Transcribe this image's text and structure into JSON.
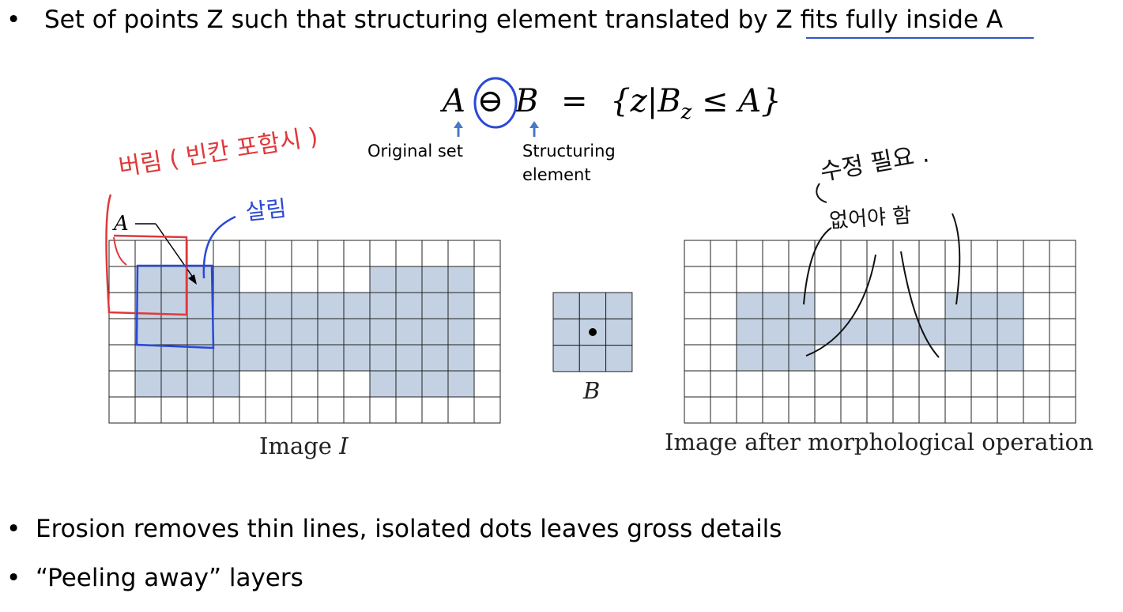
{
  "bullets": {
    "top": {
      "marker": "•",
      "text": "Set of points Z such that structuring element translated by Z fits fully inside A"
    },
    "erosion": {
      "marker": "•",
      "text": "Erosion removes thin lines, isolated dots leaves gross details"
    },
    "peeling": {
      "marker": "•",
      "text": "“Peeling away” layers"
    }
  },
  "formula": {
    "text": "A ⊖ B = {z|B_z ≤ A}",
    "lhs_a": "A",
    "operator": "⊖",
    "lhs_b": "B",
    "equals": "=",
    "rhs": "{z|B",
    "subscript": "z",
    "rhs_tail": " ≤ A}"
  },
  "labels": {
    "original_set": "Original set",
    "structuring_element": "Structuring element"
  },
  "figures": {
    "image_i": {
      "caption_main": "Image ",
      "caption_var": "I",
      "label_a": "A",
      "rows": 7,
      "cols": 15,
      "filled": [
        [
          0,
          0,
          0,
          0,
          0,
          0,
          0,
          0,
          0,
          0,
          0,
          0,
          0,
          0,
          0
        ],
        [
          0,
          1,
          1,
          1,
          1,
          0,
          0,
          0,
          0,
          0,
          1,
          1,
          1,
          1,
          0
        ],
        [
          0,
          1,
          1,
          1,
          1,
          1,
          1,
          1,
          1,
          1,
          1,
          1,
          1,
          1,
          0
        ],
        [
          0,
          1,
          1,
          1,
          1,
          1,
          1,
          1,
          1,
          1,
          1,
          1,
          1,
          1,
          0
        ],
        [
          0,
          1,
          1,
          1,
          1,
          1,
          1,
          1,
          1,
          1,
          1,
          1,
          1,
          1,
          0
        ],
        [
          0,
          1,
          1,
          1,
          1,
          0,
          0,
          0,
          0,
          0,
          1,
          1,
          1,
          1,
          0
        ],
        [
          0,
          0,
          0,
          0,
          0,
          0,
          0,
          0,
          0,
          0,
          0,
          0,
          0,
          0,
          0
        ]
      ]
    },
    "structuring_b": {
      "caption": "B",
      "rows": 3,
      "cols": 3
    },
    "image_after": {
      "caption": "Image after morphological operation",
      "rows": 7,
      "cols": 15,
      "filled": [
        [
          0,
          0,
          0,
          0,
          0,
          0,
          0,
          0,
          0,
          0,
          0,
          0,
          0,
          0,
          0
        ],
        [
          0,
          0,
          0,
          0,
          0,
          0,
          0,
          0,
          0,
          0,
          0,
          0,
          0,
          0,
          0
        ],
        [
          0,
          0,
          1,
          1,
          1,
          0,
          0,
          0,
          0,
          0,
          1,
          1,
          1,
          0,
          0
        ],
        [
          0,
          0,
          1,
          1,
          1,
          1,
          1,
          1,
          1,
          1,
          1,
          1,
          1,
          0,
          0
        ],
        [
          0,
          0,
          1,
          1,
          1,
          0,
          0,
          0,
          0,
          0,
          1,
          1,
          1,
          0,
          0
        ],
        [
          0,
          0,
          0,
          0,
          0,
          0,
          0,
          0,
          0,
          0,
          0,
          0,
          0,
          0,
          0
        ],
        [
          0,
          0,
          0,
          0,
          0,
          0,
          0,
          0,
          0,
          0,
          0,
          0,
          0,
          0,
          0
        ]
      ]
    }
  },
  "colors": {
    "cell_fill": "#c3d1e3",
    "grid_line": "#222222",
    "annot_red": "#e0393b",
    "annot_blue": "#2a49d4",
    "arrow_blue": "#4a78c4"
  },
  "handwritten": {
    "red_note": "버림 ( 빈칸 포함시 )",
    "blue_note": "살림",
    "black_note1": "수정 필요 .",
    "black_note2": "없어야 함"
  }
}
